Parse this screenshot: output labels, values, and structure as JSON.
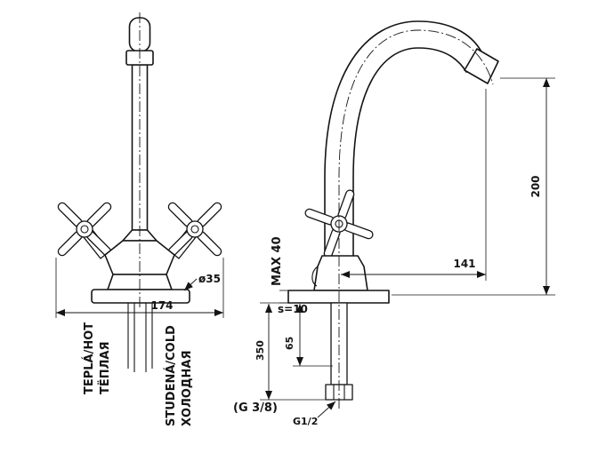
{
  "front": {
    "dim_width": "174",
    "dim_diameter": "ø35",
    "label_hot_1": "TEPLÁ/HOT",
    "label_hot_2": "ТЁПЛАЯ",
    "label_cold_1": "STUDENÁ/COLD",
    "label_cold_2": "ХОЛОДНАЯ"
  },
  "side": {
    "dim_height": "200",
    "dim_reach": "141",
    "dim_max_thickness": "MAX 40",
    "dim_plate": "s=10",
    "dim_shank": "65",
    "dim_hose_length": "350",
    "label_hose_thread": "(G 3/8)",
    "label_shank_thread": "G1/2"
  },
  "colors": {
    "ink": "#141414",
    "paper": "#ffffff"
  }
}
